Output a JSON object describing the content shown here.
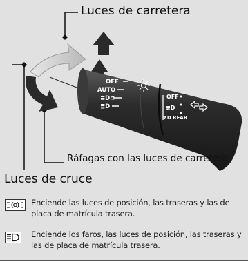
{
  "callouts": {
    "high_beam": "Luces de carretera",
    "flash": "Ráfagas con las luces de carretera",
    "low_beam": "Luces de cruce"
  },
  "lever": {
    "left_marks": [
      "OFF",
      "AUTO",
      "≡D⊂",
      "≣D"
    ],
    "right_marks": [
      "OFF",
      "≢D",
      "≢D REAR"
    ]
  },
  "legend": [
    {
      "icon": "parking-lights-icon",
      "text": "Enciende las luces de posición, las traseras y las de placa de matrícula trasera."
    },
    {
      "icon": "headlights-icon",
      "text": "Enciende los faros, las luces de posición, las traseras y las de placa de matrícula trasera."
    }
  ]
}
